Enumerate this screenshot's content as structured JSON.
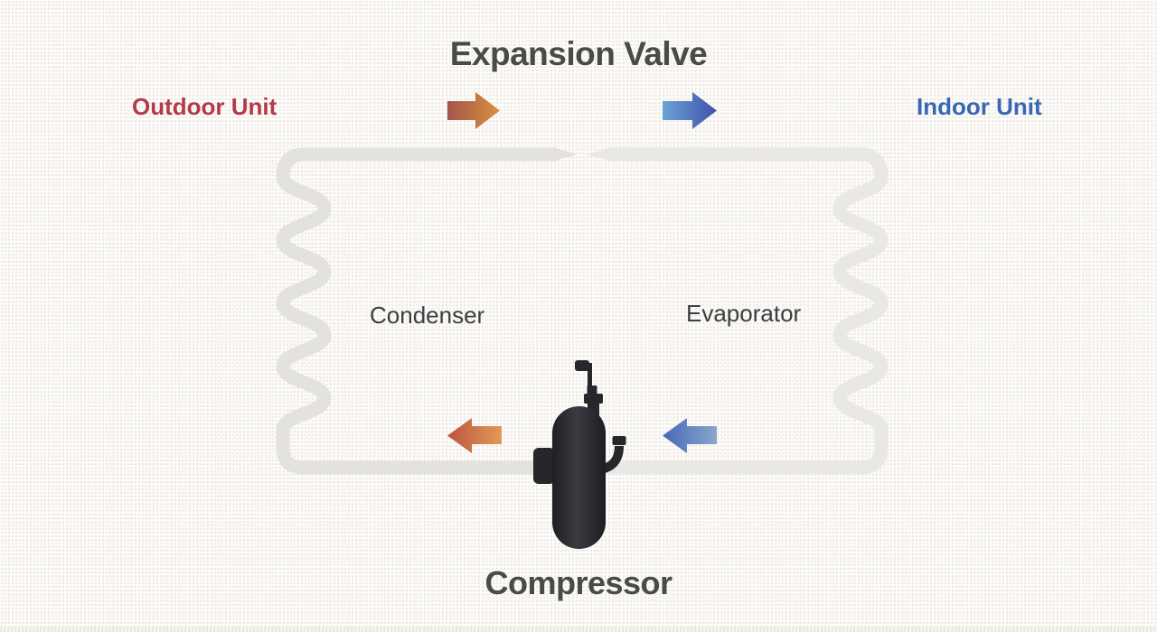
{
  "labels": {
    "title": "Expansion Valve",
    "outdoor": "Outdoor Unit",
    "indoor": "Indoor Unit",
    "condenser": "Condenser",
    "evaporator": "Evaporator",
    "compressor": "Compressor"
  },
  "arrows": [
    {
      "name": "hot-flow-arrow-top",
      "direction": "right",
      "side": "outdoor"
    },
    {
      "name": "cold-flow-arrow-top",
      "direction": "right",
      "side": "indoor"
    },
    {
      "name": "hot-flow-arrow-bottom",
      "direction": "left",
      "side": "outdoor"
    },
    {
      "name": "cold-flow-arrow-bottom",
      "direction": "left",
      "side": "indoor"
    }
  ],
  "colors": {
    "background": "#fdfcf9",
    "title_text": "#4a4a46",
    "outdoor_text": "#b23b4a",
    "indoor_text": "#3a67b3",
    "component_text": "#3e3e3e",
    "pipe_left": "#e3e2de",
    "pipe_right": "#e9e8e4",
    "compressor_body": "#26262b",
    "compressor_gradient": [
      "#1e1e22",
      "#3a3a41",
      "#1e1e22"
    ],
    "hot_arrow_gradient": [
      "#a5544a",
      "#d8923f"
    ],
    "cold_arrow_gradient": [
      "#6ba3d4",
      "#3e51ab"
    ],
    "hot_return_gradient": [
      "#bc5340",
      "#e09a57"
    ],
    "cold_return_gradient": [
      "#4568b6",
      "#8ba5ce"
    ]
  }
}
